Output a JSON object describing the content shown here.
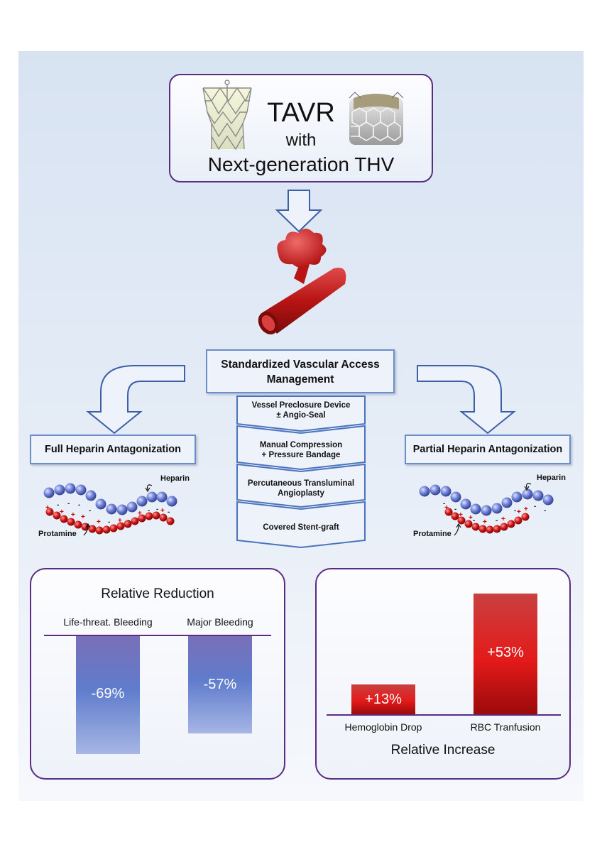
{
  "top_box": {
    "line1": "TAVR",
    "line2": "with",
    "line3": "Next-generation THV"
  },
  "center_box": {
    "line1": "Standardized Vascular Access",
    "line2": "Management"
  },
  "steps": [
    {
      "line1": "Vessel Preclosure Device",
      "line2": "± Angio-Seal"
    },
    {
      "line1": "Manual Compression",
      "line2": "+ Pressure Bandage"
    },
    {
      "line1": "Percutaneous Transluminal",
      "line2": "Angioplasty"
    },
    {
      "line1": "Covered Stent-graft",
      "line2": ""
    }
  ],
  "left_branch": {
    "title": "Full Heparin Antagonization",
    "heparin": "Heparin",
    "protamine": "Protamine"
  },
  "right_branch": {
    "title": "Partial Heparin Antagonization",
    "heparin": "Heparin",
    "protamine": "Protamine"
  },
  "chart_data": [
    {
      "type": "bar",
      "title": "Relative Reduction",
      "categories": [
        "Life-threat. Bleeding",
        "Major Bleeding"
      ],
      "values": [
        -69,
        -57
      ],
      "value_labels": [
        "-69%",
        "-57%"
      ],
      "color": "#6a7fc8"
    },
    {
      "type": "bar",
      "title": "Relative Increase",
      "categories": [
        "Hemoglobin Drop",
        "RBC Tranfusion"
      ],
      "values": [
        13,
        53
      ],
      "value_labels": [
        "+13%",
        "+53%"
      ],
      "color": "#cc1f1f"
    }
  ]
}
